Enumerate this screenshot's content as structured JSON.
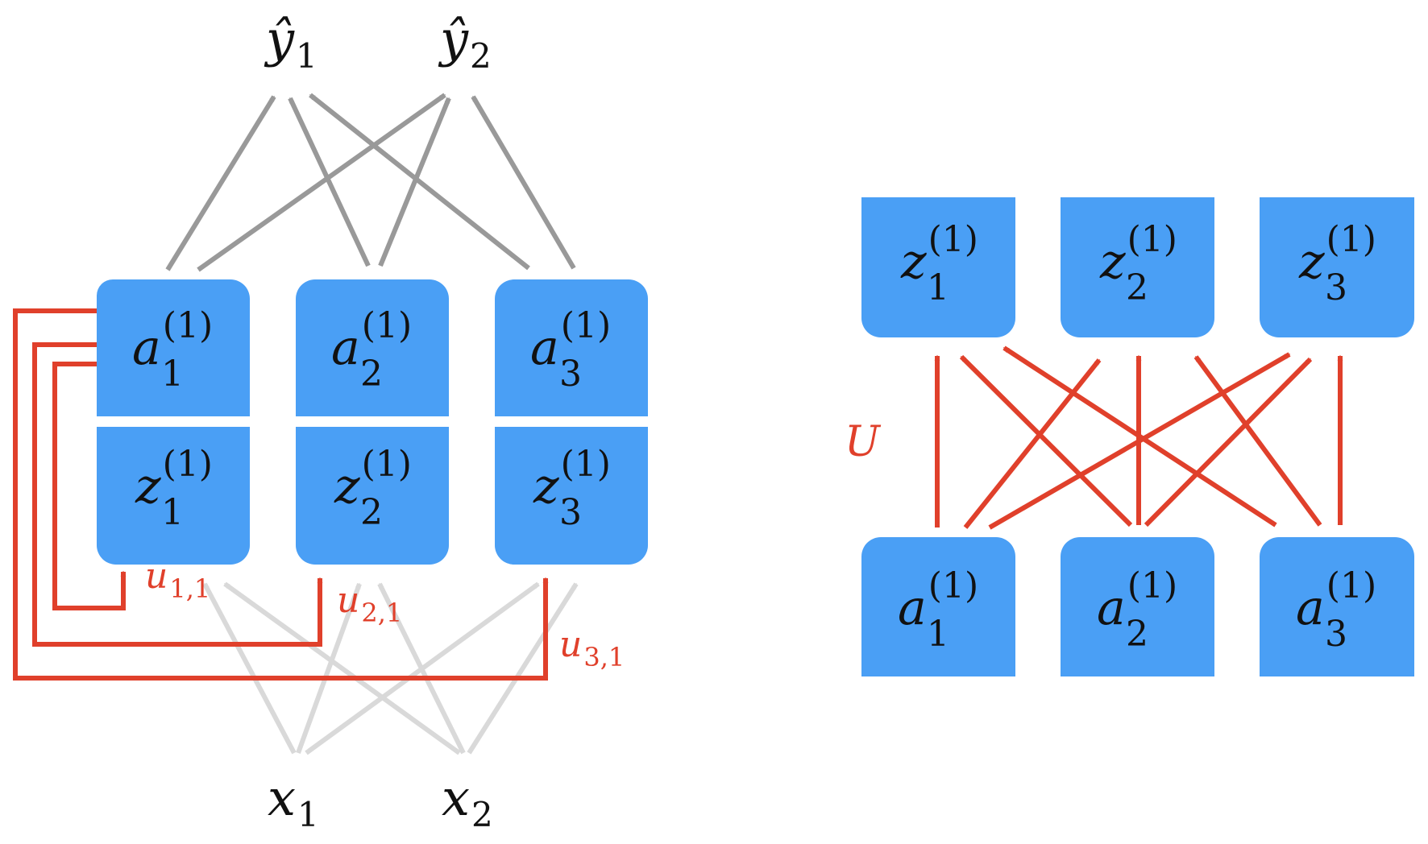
{
  "colors": {
    "node_fill": "#4a9ff5",
    "recurrent": "#e0402b",
    "output_edge": "#999999",
    "input_edge": "#d9d9d9",
    "text": "#111111"
  },
  "left_diagram": {
    "inputs": [
      {
        "var": "x",
        "sub": "1"
      },
      {
        "var": "x",
        "sub": "2"
      }
    ],
    "outputs": [
      {
        "var": "ŷ",
        "sub": "1"
      },
      {
        "var": "ŷ",
        "sub": "2"
      }
    ],
    "hidden_units": [
      {
        "a_var": "a",
        "a_sub": "1",
        "a_sup": "(1)",
        "z_var": "z",
        "z_sub": "1",
        "z_sup": "(1)"
      },
      {
        "a_var": "a",
        "a_sub": "2",
        "a_sup": "(1)",
        "z_var": "z",
        "z_sub": "2",
        "z_sup": "(1)"
      },
      {
        "a_var": "a",
        "a_sub": "3",
        "a_sup": "(1)",
        "z_var": "z",
        "z_sub": "3",
        "z_sup": "(1)"
      }
    ],
    "recurrent_weights": [
      {
        "var": "u",
        "sub": "1,1"
      },
      {
        "var": "u",
        "sub": "2,1"
      },
      {
        "var": "u",
        "sub": "3,1"
      }
    ]
  },
  "right_diagram": {
    "top_nodes": [
      {
        "var": "z",
        "sub": "1",
        "sup": "(1)"
      },
      {
        "var": "z",
        "sub": "2",
        "sup": "(1)"
      },
      {
        "var": "z",
        "sub": "3",
        "sup": "(1)"
      }
    ],
    "bottom_nodes": [
      {
        "var": "a",
        "sub": "1",
        "sup": "(1)"
      },
      {
        "var": "a",
        "sub": "2",
        "sup": "(1)"
      },
      {
        "var": "a",
        "sub": "3",
        "sup": "(1)"
      }
    ],
    "matrix_label": "U"
  }
}
